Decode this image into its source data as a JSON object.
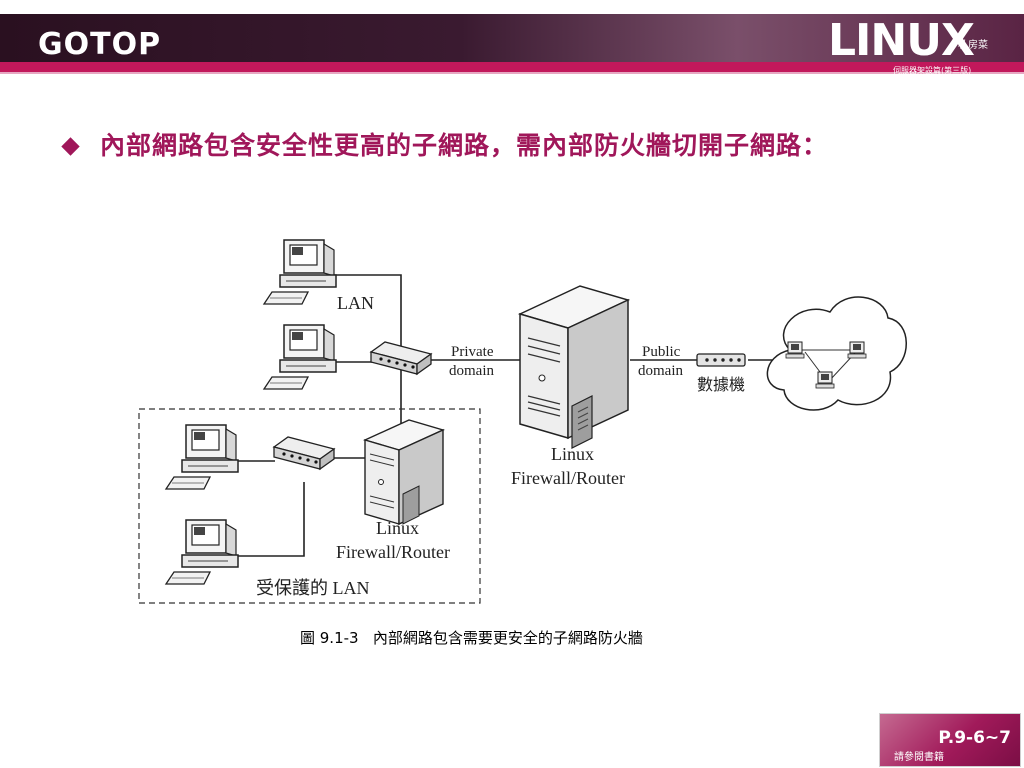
{
  "header": {
    "brand": "GOTOP",
    "logo_word": "LINUX",
    "logo_side": "私房菜",
    "logo_sub": "伺服器架設篇(第三版)"
  },
  "slide": {
    "title": "內部網路包含安全性更高的子網路，需內部防火牆切開子網路："
  },
  "diagram": {
    "lan_label": "LAN",
    "private_label_1": "Private",
    "private_label_2": "domain",
    "public_label_1": "Public",
    "public_label_2": "domain",
    "modem_label": "數據機",
    "router_main_1": "Linux",
    "router_main_2": "Firewall/Router",
    "router_inner_1": "Linux",
    "router_inner_2": "Firewall/Router",
    "protected_lan_label": "受保護的 LAN"
  },
  "caption": "圖 9.1-3   內部網路包含需要更安全的子網路防火牆",
  "footer": {
    "page": "P.9-6~7",
    "note": "請參閱書籍"
  },
  "colors": {
    "accent": "#a0175a",
    "header_dark": "#2b0f1e",
    "header_pink": "#c2185b"
  }
}
